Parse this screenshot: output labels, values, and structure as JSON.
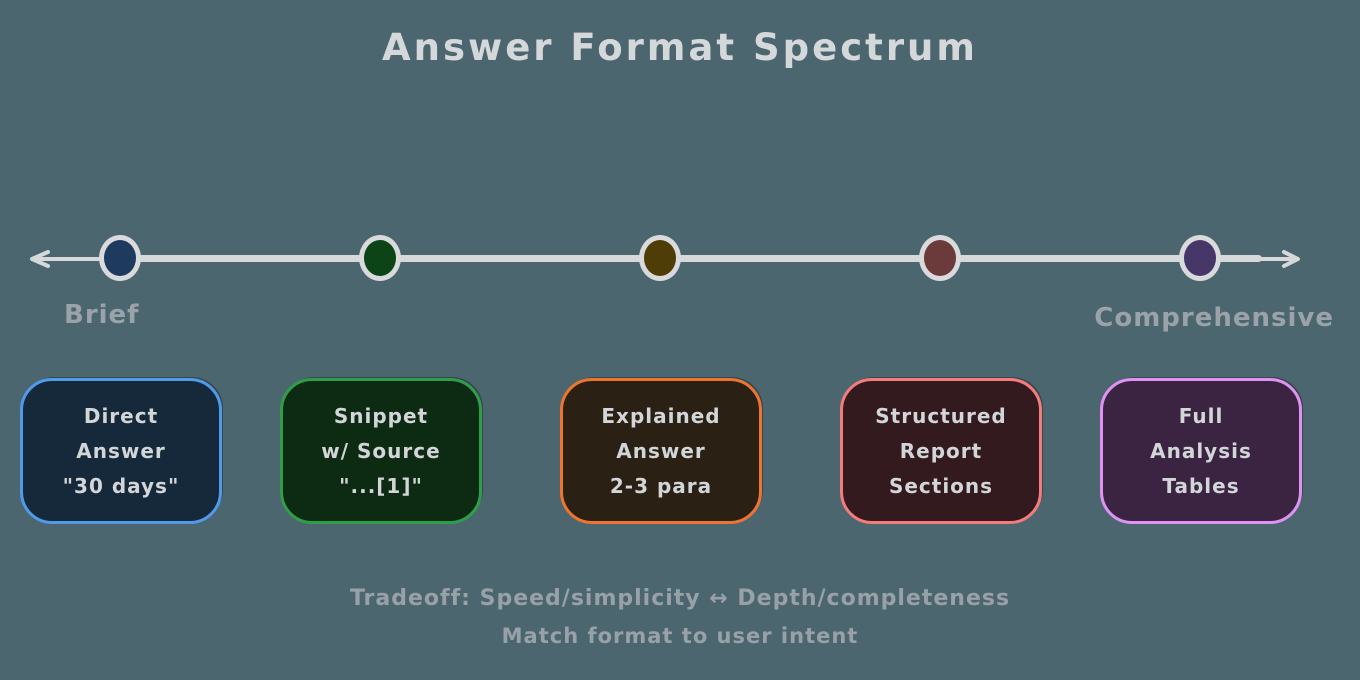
{
  "title": "Answer Format Spectrum",
  "colors": {
    "background": "#4c6670",
    "axis_line": "#d6d8da",
    "dot_ring": "#d8dadc",
    "title_text": "#d5d8da",
    "muted_text": "#9aa2aa",
    "card_text": "#d3d6d8"
  },
  "spectrum": {
    "left_label": "Brief",
    "right_label": "Comprehensive",
    "dots": [
      {
        "name": "direct-answer",
        "color": "#1e3a5f"
      },
      {
        "name": "snippet-with-source",
        "color": "#0c4417"
      },
      {
        "name": "explained-answer",
        "color": "#4f3d08"
      },
      {
        "name": "structured-report",
        "color": "#6b3a3a"
      },
      {
        "name": "full-analysis",
        "color": "#463768"
      }
    ]
  },
  "cards": [
    {
      "name": "direct-answer",
      "lines": [
        "Direct",
        "Answer",
        "\"30 days\""
      ],
      "fill": "#15293a",
      "border": "#4f9bea"
    },
    {
      "name": "snippet-with-source",
      "lines": [
        "Snippet",
        "w/ Source",
        "\"...[1]\""
      ],
      "fill": "#0d2a12",
      "border": "#2f9e4a"
    },
    {
      "name": "explained-answer",
      "lines": [
        "Explained",
        "Answer",
        "2-3 para"
      ],
      "fill": "#2b2014",
      "border": "#ee7430"
    },
    {
      "name": "structured-report",
      "lines": [
        "Structured",
        "Report",
        "Sections"
      ],
      "fill": "#331a1e",
      "border": "#f47c7c"
    },
    {
      "name": "full-analysis",
      "lines": [
        "Full",
        "Analysis",
        "Tables"
      ],
      "fill": "#3a2442",
      "border": "#de93f2"
    }
  ],
  "footer": {
    "line1": "Tradeoff: Speed/simplicity ↔ Depth/completeness",
    "line2": "Match format to user intent"
  }
}
